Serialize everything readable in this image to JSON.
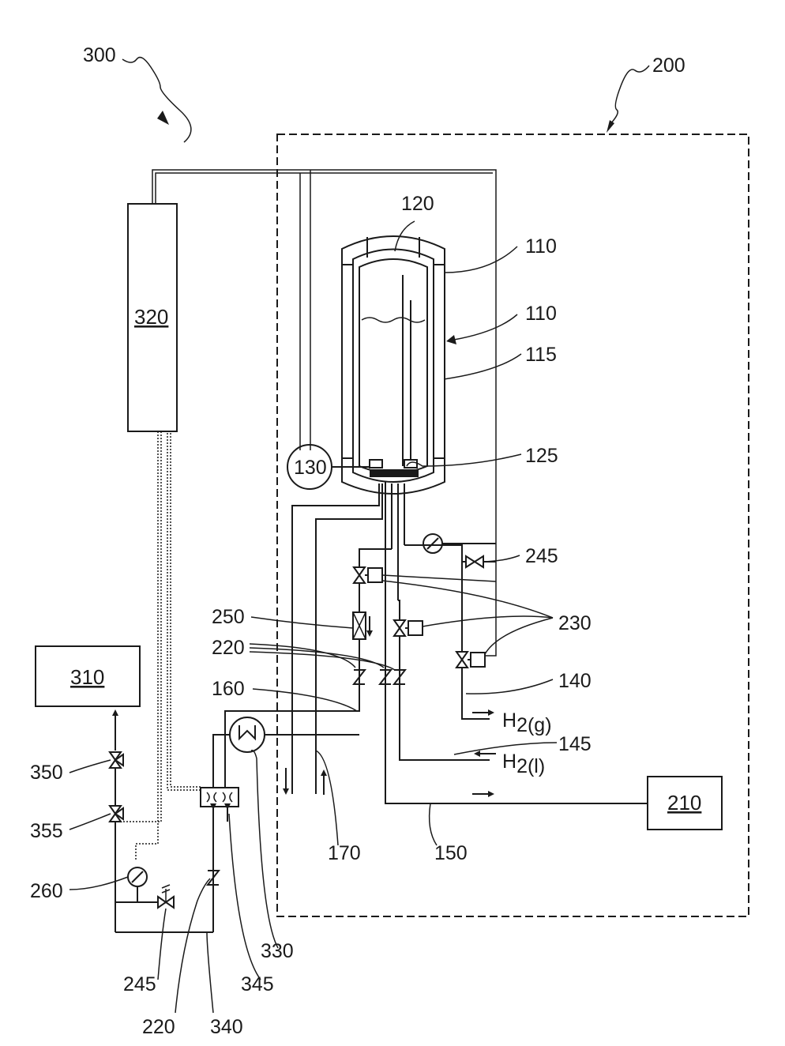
{
  "labels": {
    "l300": "300",
    "l200": "200",
    "l120": "120",
    "l110a": "110",
    "l110b": "110",
    "l115": "115",
    "l125": "125",
    "l130": "130",
    "l320": "320",
    "l310": "310",
    "l210": "210",
    "l245a": "245",
    "l245b": "245",
    "l230": "230",
    "l250": "250",
    "l220a": "220",
    "l220b": "220",
    "l140": "140",
    "l145": "145",
    "l160": "160",
    "l170": "170",
    "l150": "150",
    "l330": "330",
    "l345": "345",
    "l340": "340",
    "l350": "350",
    "l355": "355",
    "l260": "260"
  },
  "flows": {
    "h2g_main": "H",
    "h2g_sub": "2(g)",
    "h2l_main": "H",
    "h2l_sub": "2(l)"
  }
}
